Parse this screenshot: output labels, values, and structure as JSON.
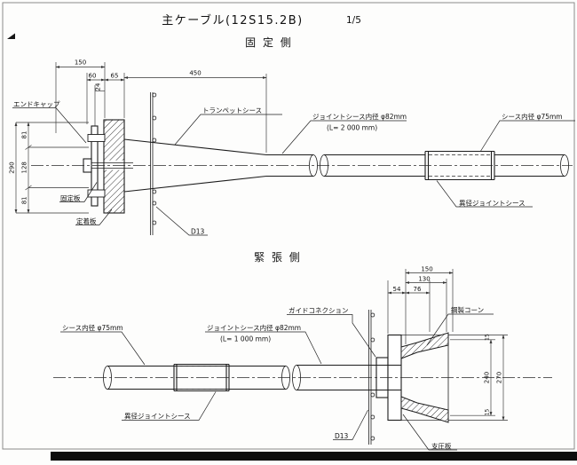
{
  "title": {
    "main": "主ケーブル(12S15.2B)",
    "sheet": "1/5"
  },
  "fixed": {
    "heading": "固 定 側",
    "labels": {
      "end_cap": "エンドキャップ",
      "trumpet_sheath": "トランペットシース",
      "joint_sheath": "ジョイントシース内径 φ82mm",
      "joint_sheath_length": "(L= 2 000 mm)",
      "sheath": "シース内径 φ75mm",
      "fixing_plate": "固定板",
      "anchor_plate": "定着板",
      "rebar": "D13",
      "reducer_joint_sheath": "異径ジョイントシース"
    },
    "dims": {
      "w150": "150",
      "w60": "60",
      "w65": "65",
      "w24": "24",
      "w450": "450",
      "h81_top": "81",
      "h128": "128",
      "h81_bottom": "81",
      "h290": "290"
    }
  },
  "tension": {
    "heading": "緊 張 側",
    "labels": {
      "sheath": "シース内径 φ75mm",
      "joint_sheath": "ジョイントシース内径 φ82mm",
      "joint_sheath_length": "(L= 1 000 mm)",
      "guide_connection": "ガイドコネクション",
      "steel_cone": "鋼製コーン",
      "reducer_joint_sheath": "異径ジョイントシース",
      "rebar": "D13",
      "bearing_plate": "支圧板"
    },
    "dims": {
      "w150": "150",
      "w130": "130",
      "w54": "54",
      "w76": "76",
      "h15_top": "15",
      "h240": "240",
      "h270": "270",
      "h15_bottom": "15"
    }
  }
}
